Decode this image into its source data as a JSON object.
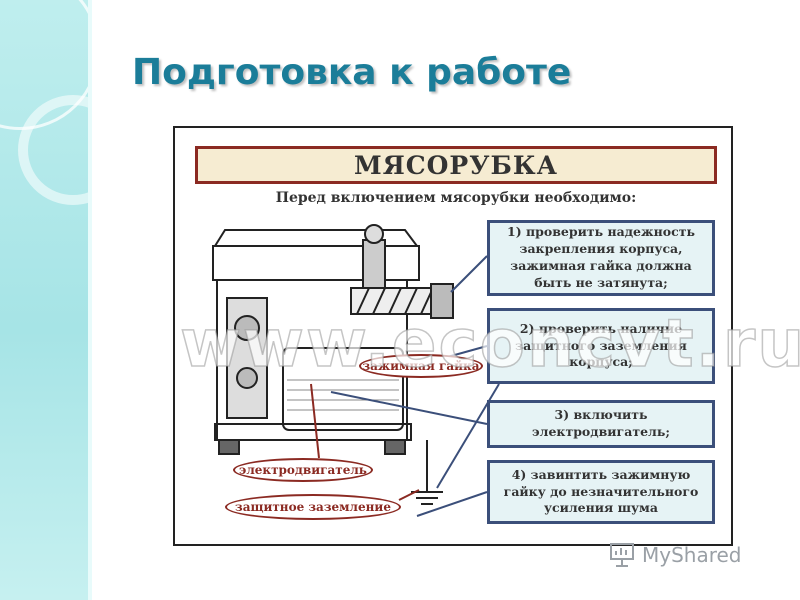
{
  "slide": {
    "title": "Подготовка к работе"
  },
  "figure": {
    "banner": "МЯСОРУБКА",
    "intro": "Перед включением мясорубки необходимо:",
    "steps": [
      "1) проверить надежность закрепления корпуса, зажимная гайка должна быть не затянута;",
      "2) проверить наличие защитного заземления корпуса;",
      "3) включить электродвигатель;",
      "4) завинтить зажимную гайку до незначительного усиления шума"
    ],
    "callouts": {
      "nut": "зажимная гайка",
      "motor": "электродвигатель",
      "ground": "защитное заземление"
    }
  },
  "watermark": "www.econcvt.ru",
  "brand": {
    "text": "MyShared"
  },
  "colors": {
    "title": "#1b7d99",
    "accent_red": "#8b2a22",
    "step_border": "#3b4f7a",
    "band": "#a6e4e6"
  }
}
